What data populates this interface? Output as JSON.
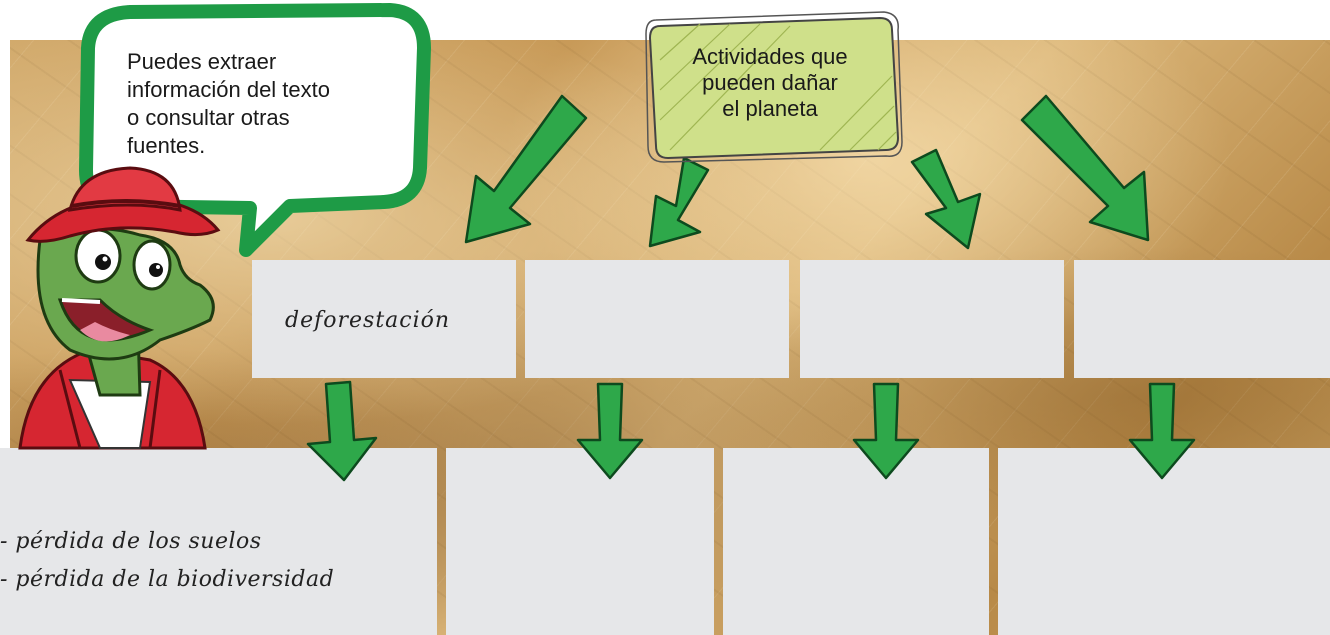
{
  "callout": {
    "line1": "Puedes extraer",
    "line2": "información del texto",
    "line3": "o consultar otras",
    "line4": "fuentes."
  },
  "central_node": {
    "line1": "Actividades que",
    "line2": "pueden dañar",
    "line3": "el planeta"
  },
  "activities": [
    "deforestación",
    "",
    "",
    ""
  ],
  "consequences": [
    [
      "- pérdida de los suelos",
      "- pérdida de la biodiversidad"
    ],
    [],
    [],
    []
  ],
  "colors": {
    "arrow_green": "#2ea84a",
    "bubble_green": "#1e9b46",
    "note_green": "#cfe08a",
    "box_gray": "#e6e7e9",
    "paper_tan": "#c89a58",
    "hat_red": "#d62631"
  }
}
